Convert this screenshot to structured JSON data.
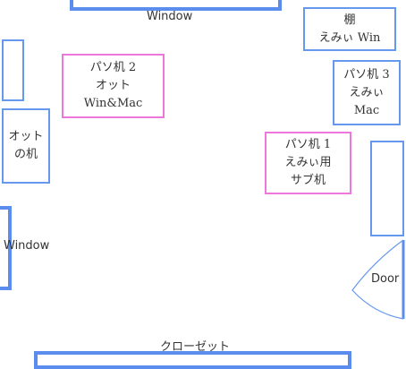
{
  "windows": {
    "top_label": "Window",
    "left_label": "Window"
  },
  "furniture": {
    "shelf": {
      "line1": "棚",
      "line2": "えみぃ Win"
    },
    "desk2": {
      "line1": "パソ机 2",
      "line2": "オット",
      "line3": "Win&Mac"
    },
    "desk3": {
      "line1": "パソ机 3",
      "line2": "えみぃ",
      "line3": "Mac"
    },
    "desk1": {
      "line1": "パソ机 1",
      "line2": "えみぃ用",
      "line3": "サブ机"
    },
    "otto_desk": {
      "line1": "オット",
      "line2": "の机"
    }
  },
  "door": {
    "label": "Door"
  },
  "closet": {
    "label": "クローゼット"
  },
  "colors": {
    "blue": "#6699ee",
    "pink": "#ee77dd"
  }
}
